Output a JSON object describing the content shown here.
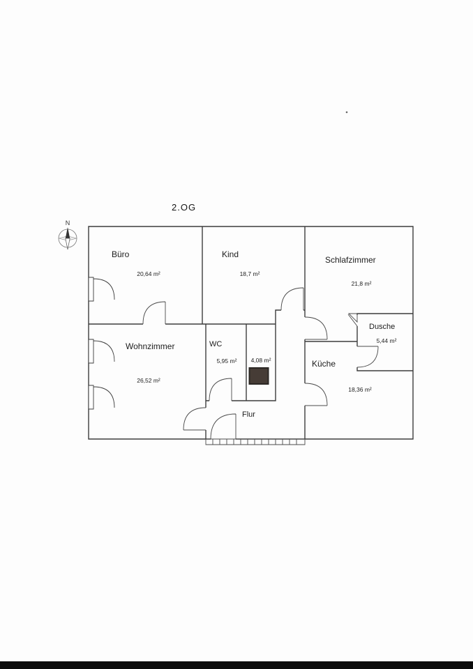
{
  "page": {
    "floor_label": "2.OG",
    "compass_label": "N"
  },
  "rooms": {
    "buero": {
      "name": "Büro",
      "area": "20,64 m²"
    },
    "kind": {
      "name": "Kind",
      "area": "18,7 m²"
    },
    "schlafzimmer": {
      "name": "Schlafzimmer",
      "area": "21,8 m²"
    },
    "dusche": {
      "name": "Dusche",
      "area": "5,44 m²"
    },
    "kueche": {
      "name": "Küche",
      "area": "18,36 m²"
    },
    "wohnzimmer": {
      "name": "Wohnzimmer",
      "area": "26,52 m²"
    },
    "wc": {
      "name": "WC",
      "area": "5,95 m²"
    },
    "storage": {
      "area": "4,08 m²"
    },
    "flur": {
      "name": "Flur"
    }
  },
  "colors": {
    "wall": "#3c3c3c",
    "chimney_fill": "#463c36",
    "scan_bar": "#0b0b0b"
  }
}
